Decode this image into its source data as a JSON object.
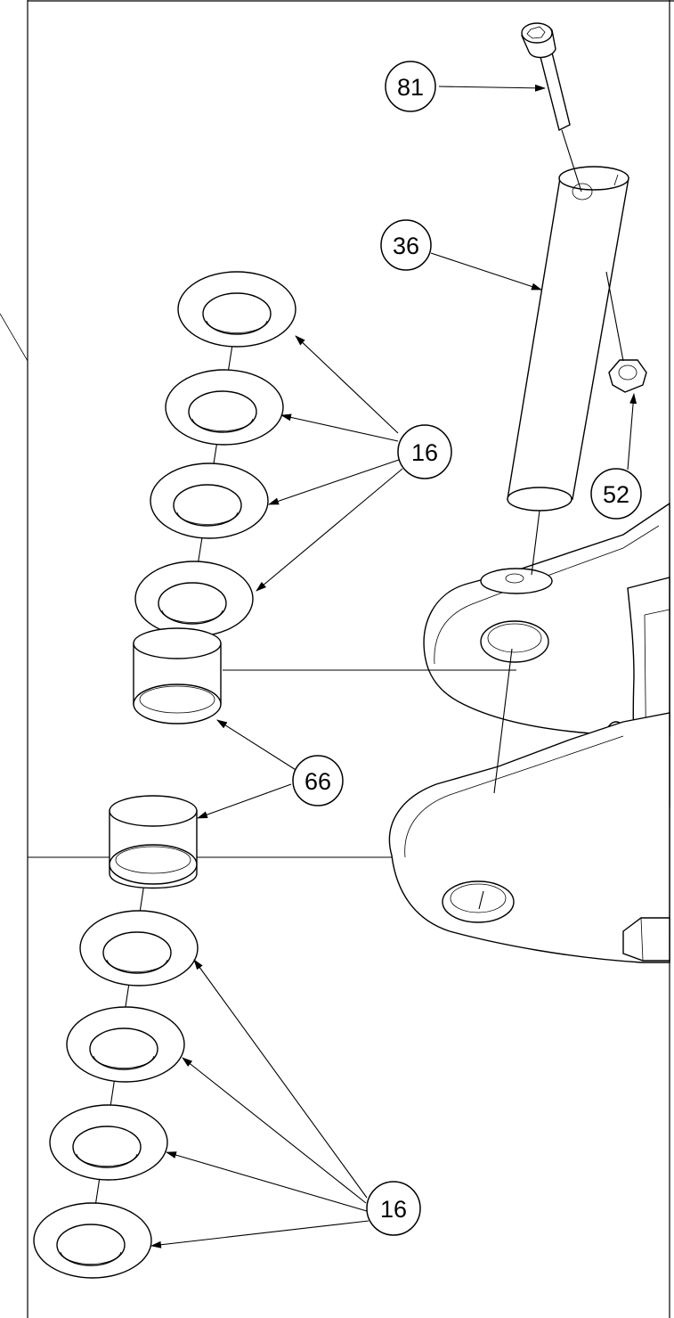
{
  "diagram": {
    "balloons": [
      {
        "id": "b81",
        "label": "81"
      },
      {
        "id": "b36",
        "label": "36"
      },
      {
        "id": "b52",
        "label": "52"
      },
      {
        "id": "b16a",
        "label": "16"
      },
      {
        "id": "b66",
        "label": "66"
      },
      {
        "id": "b16b",
        "label": "16"
      }
    ]
  }
}
